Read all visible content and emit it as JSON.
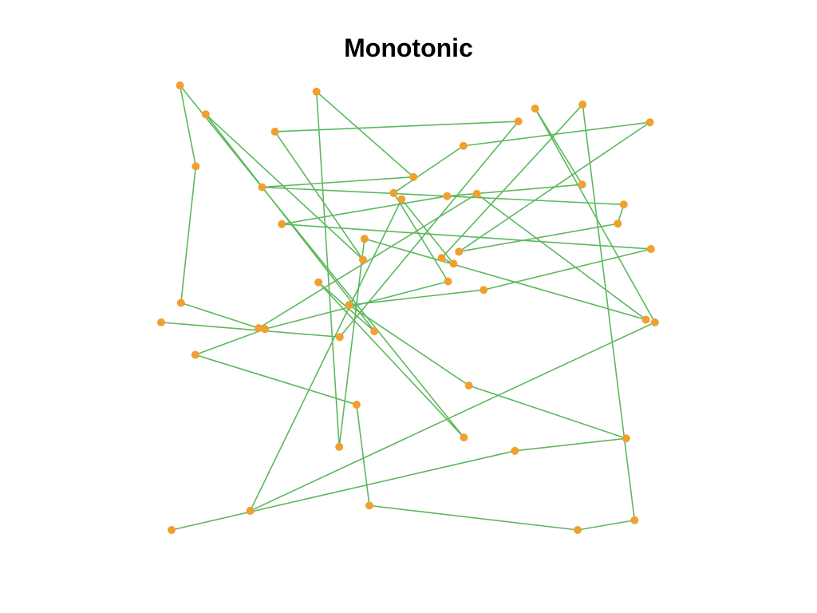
{
  "chart_data": {
    "type": "line",
    "title": "Monotonic",
    "xlabel": "",
    "ylabel": "",
    "grid": false,
    "axes_visible": false,
    "xlim": [
      0,
      100
    ],
    "ylim": [
      0,
      100
    ],
    "colors": {
      "line": "#5cb85c",
      "marker": "#f0a030"
    },
    "series": [
      {
        "x": [
          2.1,
          71.5,
          94.0,
          62.2,
          38.0,
          65.2,
          99.0,
          24.4,
          57.8,
          85.1,
          75.6,
          99.8,
          18.0,
          48.6,
          59.1,
          56.7,
          85.2,
          95.7,
          84.2,
          42.1,
          39.5,
          6.9,
          21.0,
          58.0,
          47.0,
          61.1,
          98.8,
          60.2,
          92.3,
          93.5,
          20.4,
          51.0,
          31.4,
          36.0,
          41.1,
          98.0,
          63.8,
          19.7,
          4.0,
          7.0,
          3.8,
          61.2,
          31.8,
          43.1,
          9.0,
          40.8,
          23.0,
          72.2,
          36.1,
          0.0
        ],
        "y": [
          0.0,
          17.8,
          20.6,
          32.5,
          50.6,
          54.0,
          63.2,
          68.8,
          75.1,
          77.7,
          94.8,
          46.7,
          4.3,
          74.4,
          59.9,
          61.2,
          95.7,
          2.2,
          0.0,
          5.5,
          28.2,
          39.4,
          45.2,
          55.9,
          75.8,
          86.4,
          91.7,
          62.6,
          68.9,
          73.2,
          77.1,
          79.4,
          98.6,
          18.7,
          65.5,
          47.3,
          75.6,
          45.4,
          51.1,
          81.8,
          100.0,
          20.8,
          55.7,
          44.7,
          93.5,
          60.8,
          89.6,
          91.9,
          43.4,
          46.7
        ]
      }
    ]
  }
}
